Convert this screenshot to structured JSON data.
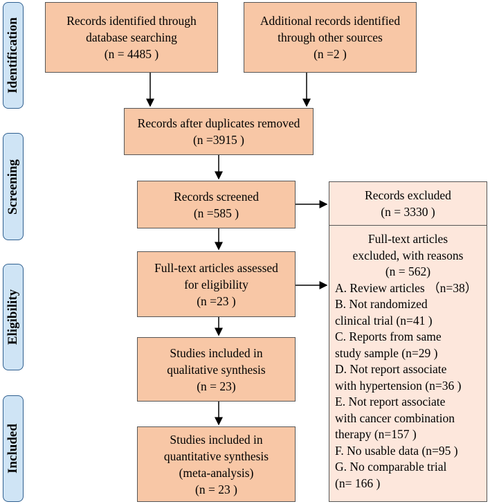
{
  "stages": [
    {
      "id": "identification",
      "label": "Identification"
    },
    {
      "id": "screening",
      "label": "Screening"
    },
    {
      "id": "eligibility",
      "label": "Eligibility"
    },
    {
      "id": "included",
      "label": "Included"
    }
  ],
  "boxes": {
    "db_search": {
      "lines": [
        "Records identified through",
        "database searching",
        "(n = 4485 )"
      ]
    },
    "other_sources": {
      "lines": [
        "Additional records identified",
        "through other sources",
        "(n =2 )"
      ]
    },
    "after_duplicates": {
      "lines": [
        "Records after duplicates removed",
        "(n =3915 )"
      ]
    },
    "screened": {
      "lines": [
        "Records screened",
        "(n =585 )"
      ]
    },
    "excluded": {
      "lines": [
        "Records excluded",
        "(n = 3330 )"
      ]
    },
    "fulltext_assessed": {
      "lines": [
        "Full-text articles assessed",
        "for eligibility",
        "(n =23 )"
      ]
    },
    "fulltext_excluded": {
      "header": [
        "Full-text articles",
        "excluded, with reasons",
        "(n = 562)"
      ],
      "reasons": [
        "A. Review articles （n=38）",
        "B. Not randomized",
        "clinical trial (n=41 )",
        "C. Reports from same",
        "study sample (n=29 )",
        "D. Not report associate",
        "with hypertension (n=36 )",
        "E. Not report associate",
        "with cancer combination",
        "therapy (n=157 )",
        "F. No usable data (n=95 )",
        "G. No comparable trial",
        "(n= 166 )"
      ]
    },
    "qualitative": {
      "lines": [
        "Studies included in",
        "qualitative synthesis",
        "(n = 23)"
      ]
    },
    "quantitative": {
      "lines": [
        "Studies included in",
        "quantitative synthesis",
        "(meta-analysis)",
        "(n = 23 )"
      ]
    }
  },
  "colors": {
    "box_fill": "#f8c7a6",
    "box_fill_light": "#fde7dc",
    "stage_fill": "#cfe4f5",
    "stage_border": "#2f5f8f"
  }
}
